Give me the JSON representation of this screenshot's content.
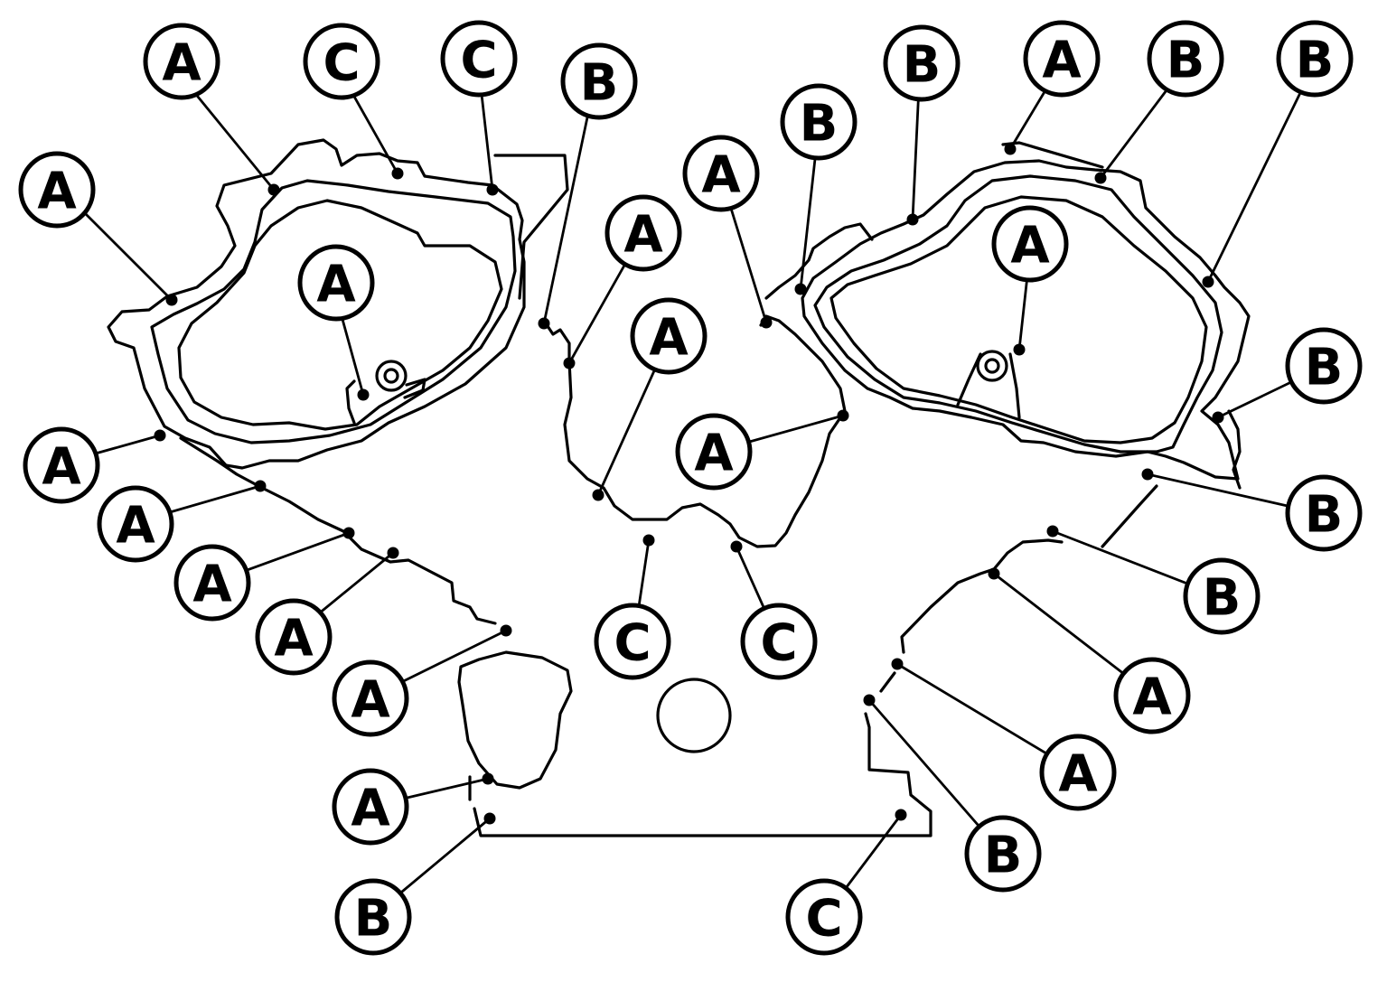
{
  "labels": {
    "a": "A",
    "b": "B",
    "c": "C"
  }
}
